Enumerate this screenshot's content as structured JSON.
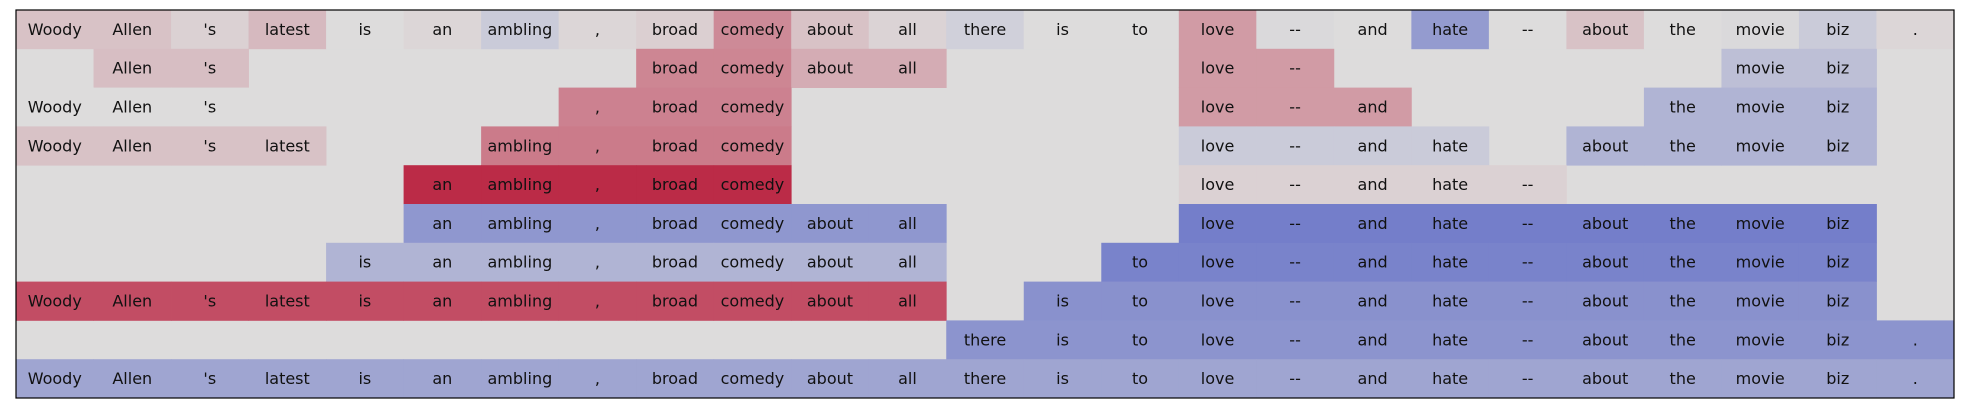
{
  "chart_data": {
    "type": "heatmap",
    "title": "",
    "xlabel": "",
    "ylabel": "",
    "grid": false,
    "legend": "none",
    "color_scale": {
      "negative": "#3b4cc0",
      "neutral": "#dddcdc",
      "positive": "#b40426",
      "range": [
        -1,
        1
      ]
    },
    "tokens": [
      "Woody",
      "Allen",
      "'s",
      "latest",
      "is",
      "an",
      "ambling",
      ",",
      "broad",
      "comedy",
      "about",
      "all",
      "there",
      "is",
      "to",
      "love",
      "--",
      "and",
      "hate",
      "--",
      "about",
      "the",
      "movie",
      "biz",
      "."
    ],
    "rows": [
      [
        0.12,
        0.12,
        0.05,
        0.16,
        0.0,
        0.03,
        -0.12,
        0.03,
        0.06,
        0.38,
        0.12,
        0.04,
        -0.08,
        0.0,
        0.0,
        0.3,
        -0.02,
        0.0,
        -0.45,
        0.0,
        0.12,
        0.0,
        -0.02,
        -0.12,
        0.03
      ],
      [
        null,
        0.14,
        0.14,
        null,
        null,
        null,
        null,
        null,
        0.4,
        0.4,
        0.22,
        0.22,
        null,
        null,
        null,
        0.3,
        0.3,
        null,
        null,
        null,
        null,
        null,
        -0.2,
        -0.2,
        null
      ],
      [
        0.0,
        0.0,
        0.0,
        null,
        null,
        null,
        null,
        0.42,
        0.42,
        0.42,
        null,
        null,
        null,
        null,
        null,
        0.3,
        0.3,
        0.3,
        null,
        null,
        null,
        -0.28,
        -0.28,
        -0.28,
        null
      ],
      [
        0.12,
        0.12,
        0.12,
        0.12,
        null,
        null,
        0.45,
        0.45,
        0.45,
        0.45,
        null,
        null,
        null,
        null,
        null,
        -0.12,
        -0.12,
        -0.12,
        -0.12,
        null,
        -0.28,
        -0.28,
        -0.28,
        -0.28,
        null
      ],
      [
        null,
        null,
        null,
        null,
        null,
        0.82,
        0.82,
        0.82,
        0.82,
        0.82,
        null,
        null,
        null,
        null,
        null,
        0.05,
        0.05,
        0.05,
        0.05,
        0.05,
        null,
        null,
        null,
        null,
        null
      ],
      [
        null,
        null,
        null,
        null,
        null,
        -0.48,
        -0.48,
        -0.48,
        -0.48,
        -0.48,
        -0.48,
        -0.48,
        null,
        null,
        null,
        -0.65,
        -0.65,
        -0.65,
        -0.65,
        -0.65,
        -0.65,
        -0.65,
        -0.65,
        -0.65,
        null
      ],
      [
        null,
        null,
        null,
        null,
        -0.28,
        -0.28,
        -0.28,
        -0.28,
        -0.28,
        -0.28,
        -0.28,
        -0.28,
        null,
        null,
        -0.62,
        -0.62,
        -0.62,
        -0.62,
        -0.62,
        -0.62,
        -0.62,
        -0.62,
        -0.62,
        -0.62,
        null
      ],
      [
        0.66,
        0.66,
        0.66,
        0.66,
        0.66,
        0.66,
        0.66,
        0.66,
        0.66,
        0.66,
        0.66,
        0.66,
        null,
        -0.52,
        -0.52,
        -0.52,
        -0.52,
        -0.52,
        -0.52,
        -0.52,
        -0.52,
        -0.52,
        -0.52,
        -0.52,
        null
      ],
      [
        null,
        null,
        null,
        null,
        null,
        null,
        null,
        null,
        null,
        null,
        null,
        null,
        -0.5,
        -0.5,
        -0.5,
        -0.5,
        -0.5,
        -0.5,
        -0.5,
        -0.5,
        -0.5,
        -0.5,
        -0.5,
        -0.5,
        -0.5
      ],
      [
        -0.38,
        -0.38,
        -0.38,
        -0.38,
        -0.38,
        -0.38,
        -0.38,
        -0.38,
        -0.38,
        -0.38,
        -0.38,
        -0.38,
        -0.38,
        -0.38,
        -0.38,
        -0.38,
        -0.38,
        -0.38,
        -0.38,
        -0.38,
        -0.38,
        -0.38,
        -0.38,
        -0.38,
        -0.38
      ]
    ]
  }
}
